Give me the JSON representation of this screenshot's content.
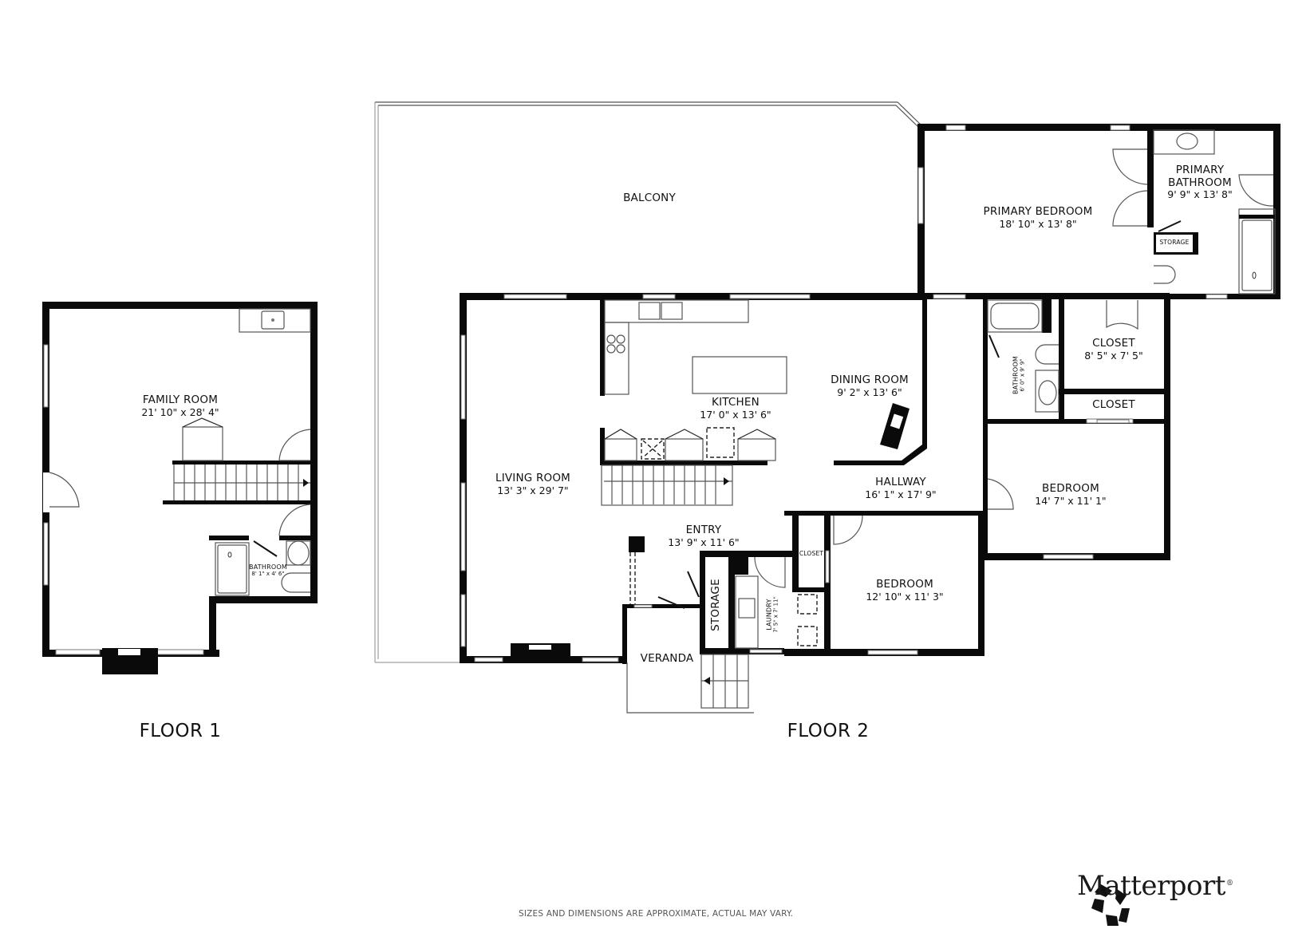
{
  "floor1": {
    "title": "FLOOR 1",
    "rooms": [
      {
        "name": "FAMILY ROOM",
        "dims": "21' 10\" x 28' 4\""
      },
      {
        "name": "BATHROOM",
        "dims": "8' 1\" x 4' 6\""
      }
    ]
  },
  "floor2": {
    "title": "FLOOR 2",
    "rooms": [
      {
        "name": "BALCONY",
        "dims": ""
      },
      {
        "name": "PRIMARY BEDROOM",
        "dims": "18' 10\" x 13' 8\""
      },
      {
        "name": "PRIMARY BATHROOM",
        "name_line1": "PRIMARY",
        "name_line2": "BATHROOM",
        "dims": "9' 9\" x 13' 8\""
      },
      {
        "name": "STORAGE",
        "dims": ""
      },
      {
        "name": "CLOSET",
        "dims": "8' 5\" x 7' 5\""
      },
      {
        "name": "CLOSET",
        "dims": ""
      },
      {
        "name": "BATHROOM",
        "dims": "6' 0\" x 9' 9\""
      },
      {
        "name": "DINING ROOM",
        "dims": "9' 2\" x 13' 6\""
      },
      {
        "name": "KITCHEN",
        "dims": "17' 0\" x 13' 6\""
      },
      {
        "name": "LIVING ROOM",
        "dims": "13' 3\" x 29' 7\""
      },
      {
        "name": "HALLWAY",
        "dims": "16' 1\" x 17' 9\""
      },
      {
        "name": "BEDROOM",
        "dims": "14' 7\" x 11' 1\""
      },
      {
        "name": "ENTRY",
        "dims": "13' 9\" x 11' 6\""
      },
      {
        "name": "CLOSET",
        "dims": ""
      },
      {
        "name": "BEDROOM",
        "dims": "12' 10\" x 11' 3\""
      },
      {
        "name": "STORAGE",
        "dims": ""
      },
      {
        "name": "LAUNDRY",
        "dims": "7' 5\" x 7' 11\""
      },
      {
        "name": "VERANDA",
        "dims": ""
      }
    ]
  },
  "footer": {
    "disclaimer": "SIZES AND DIMENSIONS ARE APPROXIMATE, ACTUAL MAY VARY.",
    "brand": "Matterport",
    "brand_mark": "®",
    "logo_icon": "matterport-logo-icon"
  },
  "colors": {
    "wall": "#0a0a0a",
    "background": "#ffffff",
    "fixture_line": "#555555",
    "disclaimer_text": "#555555"
  }
}
